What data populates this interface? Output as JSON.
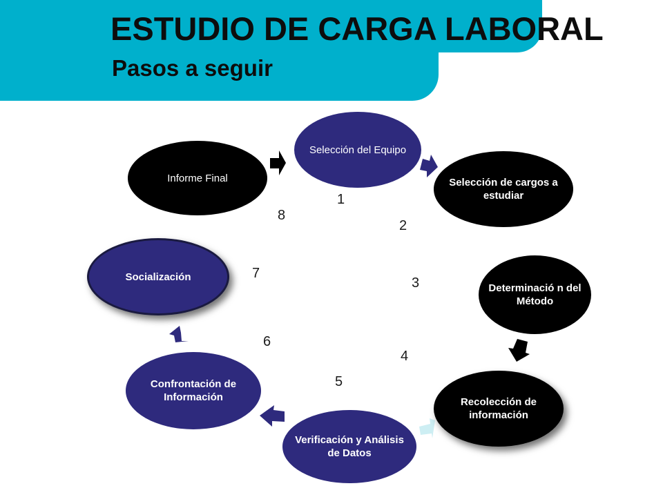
{
  "header": {
    "title": "ESTUDIO DE CARGA LABORAL",
    "subtitle": "Pasos a seguir"
  },
  "colors": {
    "header_bar": "#00b0cc",
    "node_dark": "#000000",
    "node_navy": "#2e2a7d",
    "arrow_navy": "#2e2a7d",
    "arrow_light": "#cdeef3"
  },
  "steps": [
    {
      "label": "Selección del Equipo",
      "number": "1"
    },
    {
      "label": "Selección de cargos a estudiar",
      "number": "2"
    },
    {
      "label": "Determinació n del Método",
      "number": "3"
    },
    {
      "label": "Recolección de información",
      "number": "4"
    },
    {
      "label": "Verificación y Análisis de Datos",
      "number": "5"
    },
    {
      "label": "Confrontación de Información",
      "number": "6"
    },
    {
      "label": "Socialización",
      "number": "7"
    },
    {
      "label": "Informe Final",
      "number": "8"
    }
  ]
}
